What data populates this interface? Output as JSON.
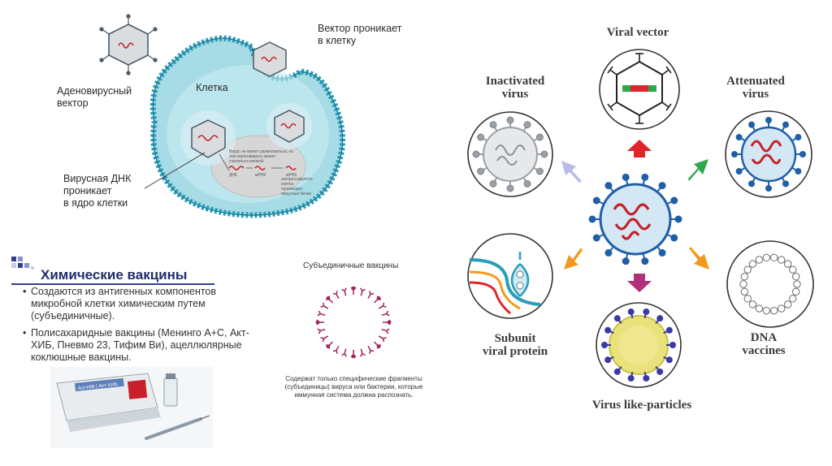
{
  "adenovirus_diagram": {
    "vector_enters": "Вектор проникает\nв клетку",
    "adenoviral_vector": "Аденовирусный\nвектор",
    "cell": "Клетка",
    "viral_dna": "Вирусная ДНК\nпроникает\nв ядро клетки",
    "dna": "ДНК",
    "mrna1": "мРНК",
    "mrna2": "мРНК",
    "note_virus": "Вирус не может размножаться, но тем коронавирусу может считаться клеткой",
    "note_protein": "экспрессируется клетка производит вирусные белки"
  },
  "chemical_vaccines": {
    "title": "Химические вакцины",
    "bullet1": "Создаются из антигенных компонентов микробной клетки химическим путем (субъединичные).",
    "bullet2": "Полисахаридные вакцины (Менинго А+С, Акт-ХИБ, Пневмо 23, Тифим Ви), ацеллюлярные коклюшные вакцины.",
    "box_label": "Act-HIB | Акт-ХИБ"
  },
  "subunit": {
    "title": "Субъединичные вакцины",
    "caption": "Содержат только специфические фрагменты (субъединицы) вируса или бактерии, которые иммунная система должна распознать."
  },
  "vaccine_types": {
    "viral_vector": "Viral vector",
    "inactivated": "Inactivated\nvirus",
    "attenuated": "Attenuated\nvirus",
    "subunit_protein": "Subunit\nviral protein",
    "dna": "DNA\nvaccines",
    "vlp": "Virus like-particles"
  },
  "colors": {
    "cell_border": "#2a9db8",
    "cell_fill": "#a7dbe6",
    "virus_blue": "#1f5fa8",
    "rna_red": "#c8202a",
    "arrow_red": "#e0242c",
    "arrow_green": "#2ea84b",
    "arrow_orange": "#f39a1e",
    "arrow_purple": "#b0307a",
    "arrow_lav": "#b8bde8",
    "title_navy": "#1f2d6b"
  }
}
